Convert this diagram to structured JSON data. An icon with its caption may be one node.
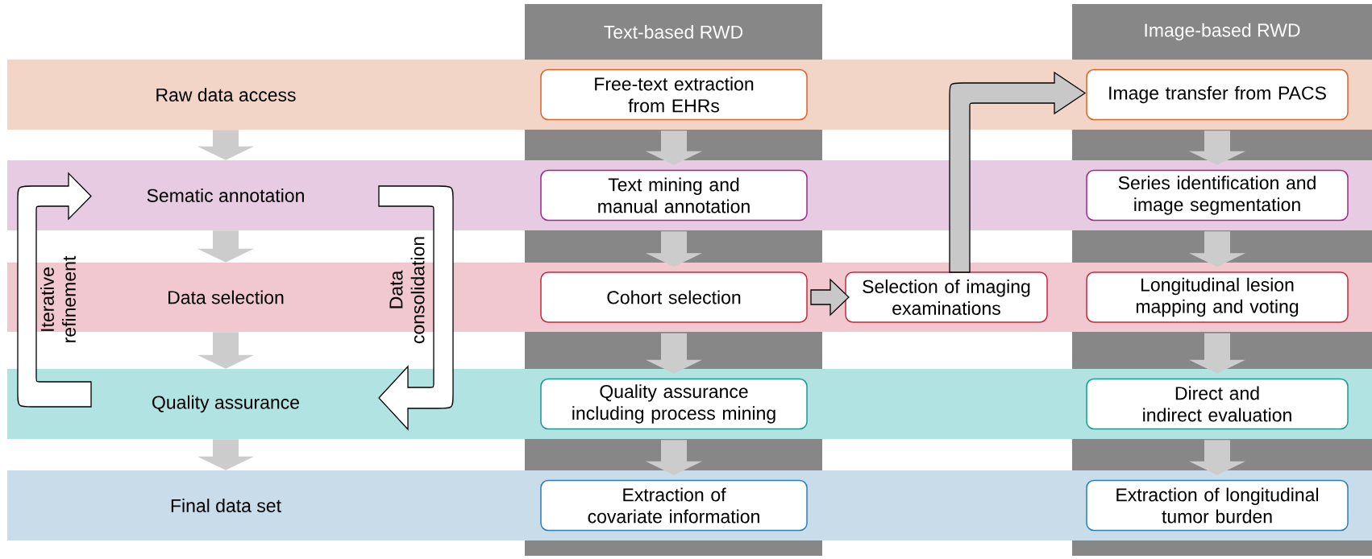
{
  "diagram": {
    "nodes": [
      {
        "text": [
          "Text-based RWD"
        ]
      },
      {
        "text": [
          "Image-based RWD"
        ]
      },
      {
        "text": [
          "Raw data access"
        ]
      },
      {
        "text": [
          "Free-text extraction from EHRs"
        ],
        "in": 2
      },
      {
        "text": [
          "Image transfer from PACS"
        ],
        "in": 2
      },
      {
        "text": [
          "Sematic annotation"
        ]
      },
      {
        "text": [
          "Text mining and manual annotation"
        ],
        "in": 5
      },
      {
        "text": [
          "Series identification and image segmentation"
        ],
        "in": 5
      },
      {
        "text": [
          "Data selection"
        ]
      },
      {
        "text": [
          "Cohort selection"
        ],
        "in": 8
      },
      {
        "text": [
          "Selection of imaging examinations"
        ],
        "in": 8
      },
      {
        "text": [
          "Longitudinal lesion mapping and voting"
        ],
        "in": 8
      },
      {
        "text": [
          "Quality assurance"
        ]
      },
      {
        "text": [
          "Quality assurance including process mining"
        ],
        "in": 12
      },
      {
        "text": [
          "Direct and indirect evaluation"
        ],
        "in": 12
      },
      {
        "text": [
          "Final data set"
        ]
      },
      {
        "text": [
          "Extraction of covariate information"
        ],
        "in": 15
      },
      {
        "text": [
          "Extraction of longitudinal tumor burden"
        ],
        "in": 15
      }
    ],
    "edges": [
      {
        "from": 2,
        "to": 5,
        "arrow": "to"
      },
      {
        "from": 5,
        "to": 8,
        "arrow": "to"
      },
      {
        "from": 8,
        "to": 12,
        "arrow": "to"
      },
      {
        "from": 12,
        "to": 15,
        "arrow": "to"
      },
      {
        "from": 3,
        "to": 6,
        "arrow": "to"
      },
      {
        "from": 6,
        "to": 9,
        "arrow": "to"
      },
      {
        "from": 9,
        "to": 13,
        "arrow": "to"
      },
      {
        "from": 13,
        "to": 16,
        "arrow": "to"
      },
      {
        "from": 4,
        "to": 7,
        "arrow": "to"
      },
      {
        "from": 7,
        "to": 11,
        "arrow": "to"
      },
      {
        "from": 11,
        "to": 14,
        "arrow": "to"
      },
      {
        "from": 14,
        "to": 17,
        "arrow": "to"
      },
      {
        "from": 9,
        "to": 10,
        "arrow": "to",
        "color": "#c8c8c8"
      },
      {
        "from": 10,
        "to": 4,
        "arrow": "to",
        "color": "#c8c8c8"
      },
      {
        "from": 12,
        "to": 5,
        "arrow": "to",
        "label": "Iterative refinement",
        "color": "#ffffff"
      },
      {
        "from": 5,
        "to": 12,
        "arrow": "to",
        "label": "Data consolidation",
        "color": "#ffffff"
      }
    ]
  }
}
